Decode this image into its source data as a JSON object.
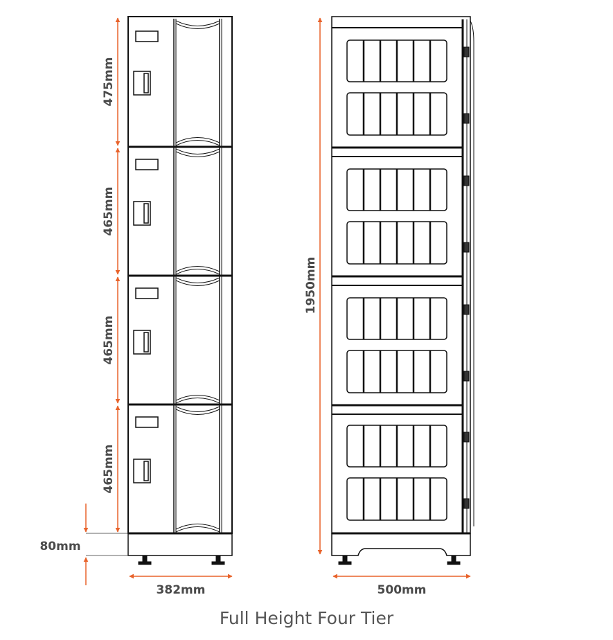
{
  "diagram": {
    "caption": "Full Height Four Tier",
    "colors": {
      "dimension": "#e8622a",
      "line": "#111111",
      "text": "#4a4a4a"
    },
    "side_view": {
      "tiers": [
        {
          "label": "475mm"
        },
        {
          "label": "465mm"
        },
        {
          "label": "465mm"
        },
        {
          "label": "465mm"
        }
      ],
      "base_label": "80mm",
      "width_label": "382mm"
    },
    "front_view": {
      "height_label": "1950mm",
      "width_label": "500mm",
      "tier_count": 4
    }
  }
}
